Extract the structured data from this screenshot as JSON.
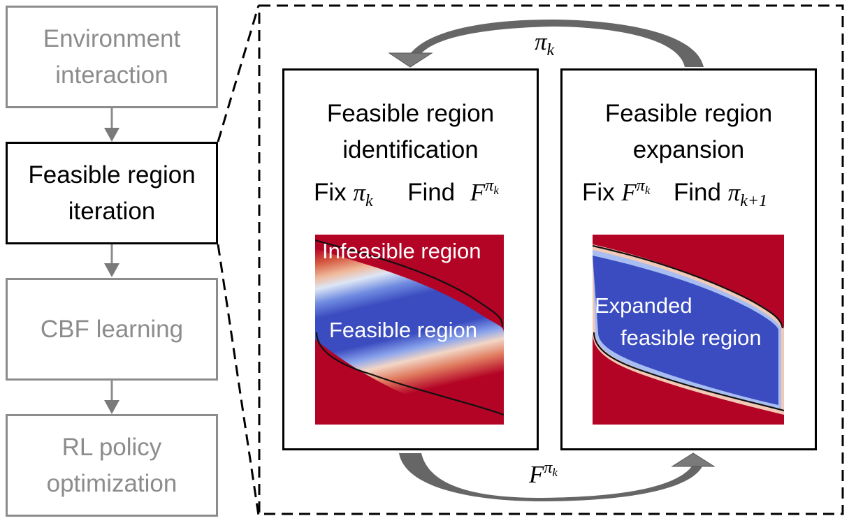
{
  "pipeline": {
    "steps": [
      {
        "line1": "Environment",
        "line2": "interaction",
        "active": false
      },
      {
        "line1": "Feasible region",
        "line2": "iteration",
        "active": true
      },
      {
        "line1": "CBF learning",
        "line2": "",
        "active": false
      },
      {
        "line1": "RL policy",
        "line2": "optimization",
        "active": false
      }
    ]
  },
  "detail": {
    "top_arrow_label": {
      "base": "π",
      "sub": "k"
    },
    "bottom_arrow_label": {
      "base": "F",
      "sup_base": "π",
      "sup_sub": "k"
    },
    "left_panel": {
      "title_line1": "Feasible region",
      "title_line2": "identification",
      "fix_word": "Fix",
      "fix_symbol": {
        "base": "π",
        "sub": "k"
      },
      "find_word": "Find",
      "find_symbol": {
        "base": "F",
        "sup_base": "π",
        "sup_sub": "k"
      },
      "heatmap": {
        "upper_label": "Infeasible region",
        "center_label": "Feasible region"
      }
    },
    "right_panel": {
      "title_line1": "Feasible region",
      "title_line2": "expansion",
      "fix_word": "Fix",
      "fix_symbol": {
        "base": "F",
        "sup_base": "π",
        "sup_sub": "k"
      },
      "find_word": "Find",
      "find_symbol": {
        "base": "π",
        "sub": "k+1"
      },
      "heatmap": {
        "label_line1": "Expanded",
        "label_line2": "feasible region"
      }
    }
  },
  "colors": {
    "infeasible_red": "#b40426",
    "feasible_blue": "#3b4cc0",
    "inactive_gray": "#8c8c8c",
    "arrow_gray": "#666666"
  }
}
